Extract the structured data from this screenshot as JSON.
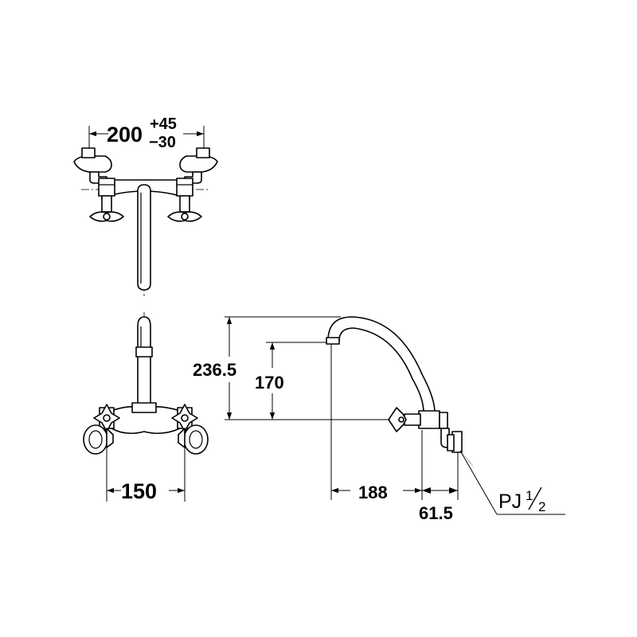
{
  "dimensions": {
    "top_width": {
      "base": "200",
      "upper_tol": "+45",
      "lower_tol": "−30"
    },
    "height_total": "236.5",
    "height_spout": "170",
    "width_front": "150",
    "reach": "188",
    "offset": "61.5",
    "pipe_label": {
      "main": "PJ",
      "numerator": "1",
      "denominator": "2"
    }
  }
}
